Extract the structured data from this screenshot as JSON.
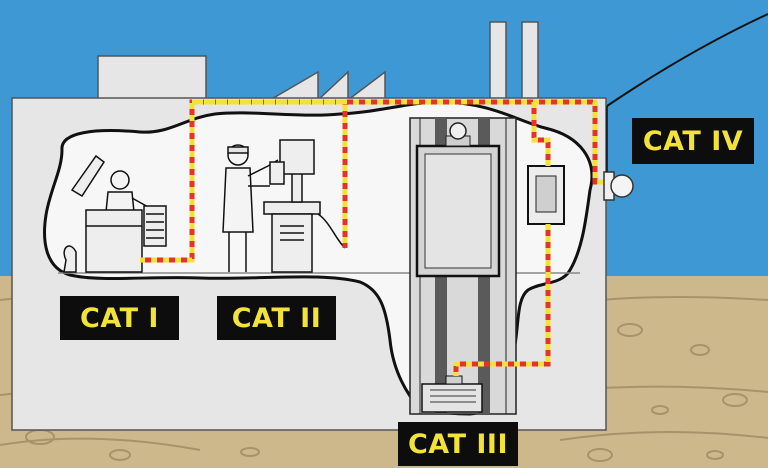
{
  "labels": {
    "cat1": "CAT I",
    "cat2": "CAT II",
    "cat3": "CAT III",
    "cat4": "CAT IV"
  },
  "colors": {
    "sky": "#3d98d4",
    "ground": "#cdb88b",
    "building": "#e6e6e6",
    "cutaway": "#f7f7f7",
    "wire_red": "#e53328",
    "wire_yellow": "#f2e23a",
    "label_bg": "#0d0d0d",
    "label_text": "#f2e23a"
  }
}
